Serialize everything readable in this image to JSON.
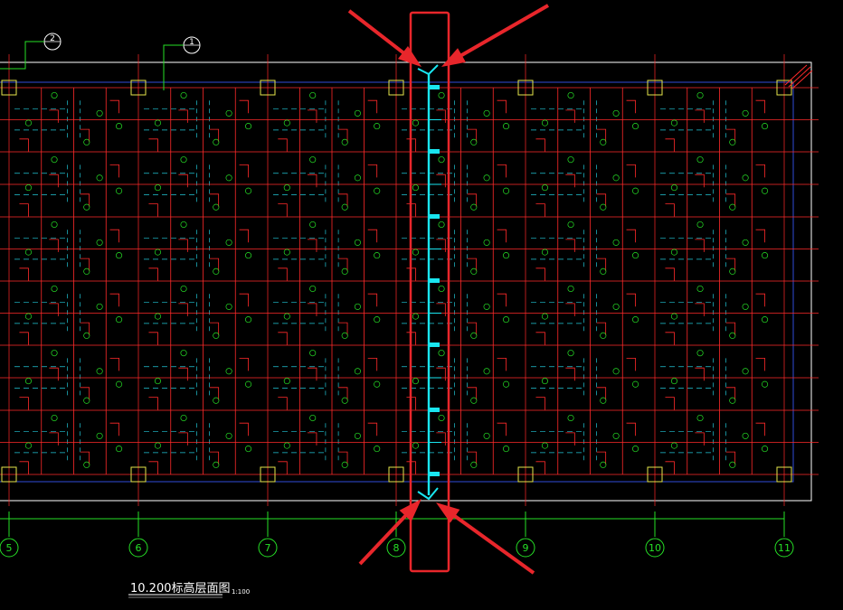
{
  "drawing": {
    "title": "10.200标高层面图",
    "scale": "1:100",
    "corner_note": "",
    "grid_axes": [
      "5",
      "6",
      "7",
      "8",
      "9",
      "10",
      "11"
    ],
    "index_markers": [
      "2",
      "1"
    ]
  },
  "colors": {
    "background": "#000000",
    "outline": "#ffffff",
    "beam": "#ff2a2a",
    "axis": "#26e026",
    "column": "#e6e64c",
    "rebar": "#22c8d8",
    "border": "#2f4bd8",
    "highlight_beam": "#19e6f0",
    "annotation": "#e8262b"
  },
  "annotation": {
    "type": "highlight-box-with-arrows",
    "arrow_count": 4
  }
}
